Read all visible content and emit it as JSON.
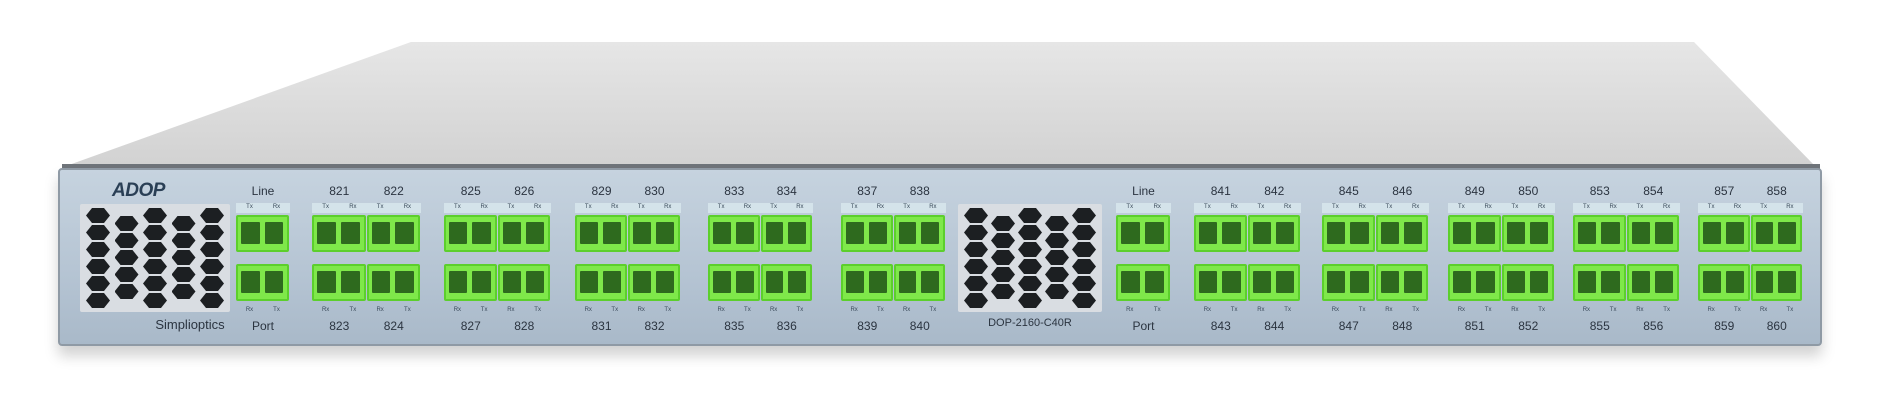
{
  "device": {
    "brand_logo": "ADOP",
    "manufacturer": "Simplioptics",
    "model": "DOP-2160-C40R",
    "connector_color": "#7fe84a",
    "panel_color": "#bccad8",
    "groups": [
      {
        "top": [
          "Line"
        ],
        "bottom": [
          "Port"
        ],
        "ports": 2
      },
      {
        "top": [
          "821",
          "822"
        ],
        "bottom": [
          "823",
          "824"
        ],
        "ports": 4
      },
      {
        "top": [
          "825",
          "826"
        ],
        "bottom": [
          "827",
          "828"
        ],
        "ports": 4
      },
      {
        "top": [
          "829",
          "830"
        ],
        "bottom": [
          "831",
          "832"
        ],
        "ports": 4
      },
      {
        "top": [
          "833",
          "834"
        ],
        "bottom": [
          "835",
          "836"
        ],
        "ports": 4
      },
      {
        "top": [
          "837",
          "838"
        ],
        "bottom": [
          "839",
          "840"
        ],
        "ports": 4
      },
      {
        "top": [
          "Line"
        ],
        "bottom": [
          "Port"
        ],
        "ports": 2
      },
      {
        "top": [
          "841",
          "842"
        ],
        "bottom": [
          "843",
          "844"
        ],
        "ports": 4
      },
      {
        "top": [
          "845",
          "846"
        ],
        "bottom": [
          "847",
          "848"
        ],
        "ports": 4
      },
      {
        "top": [
          "849",
          "850"
        ],
        "bottom": [
          "851",
          "852"
        ],
        "ports": 4
      },
      {
        "top": [
          "853",
          "854"
        ],
        "bottom": [
          "855",
          "856"
        ],
        "ports": 4
      },
      {
        "top": [
          "857",
          "858"
        ],
        "bottom": [
          "859",
          "860"
        ],
        "ports": 4
      }
    ],
    "tx_label": "Tx",
    "rx_label": "Rx"
  }
}
